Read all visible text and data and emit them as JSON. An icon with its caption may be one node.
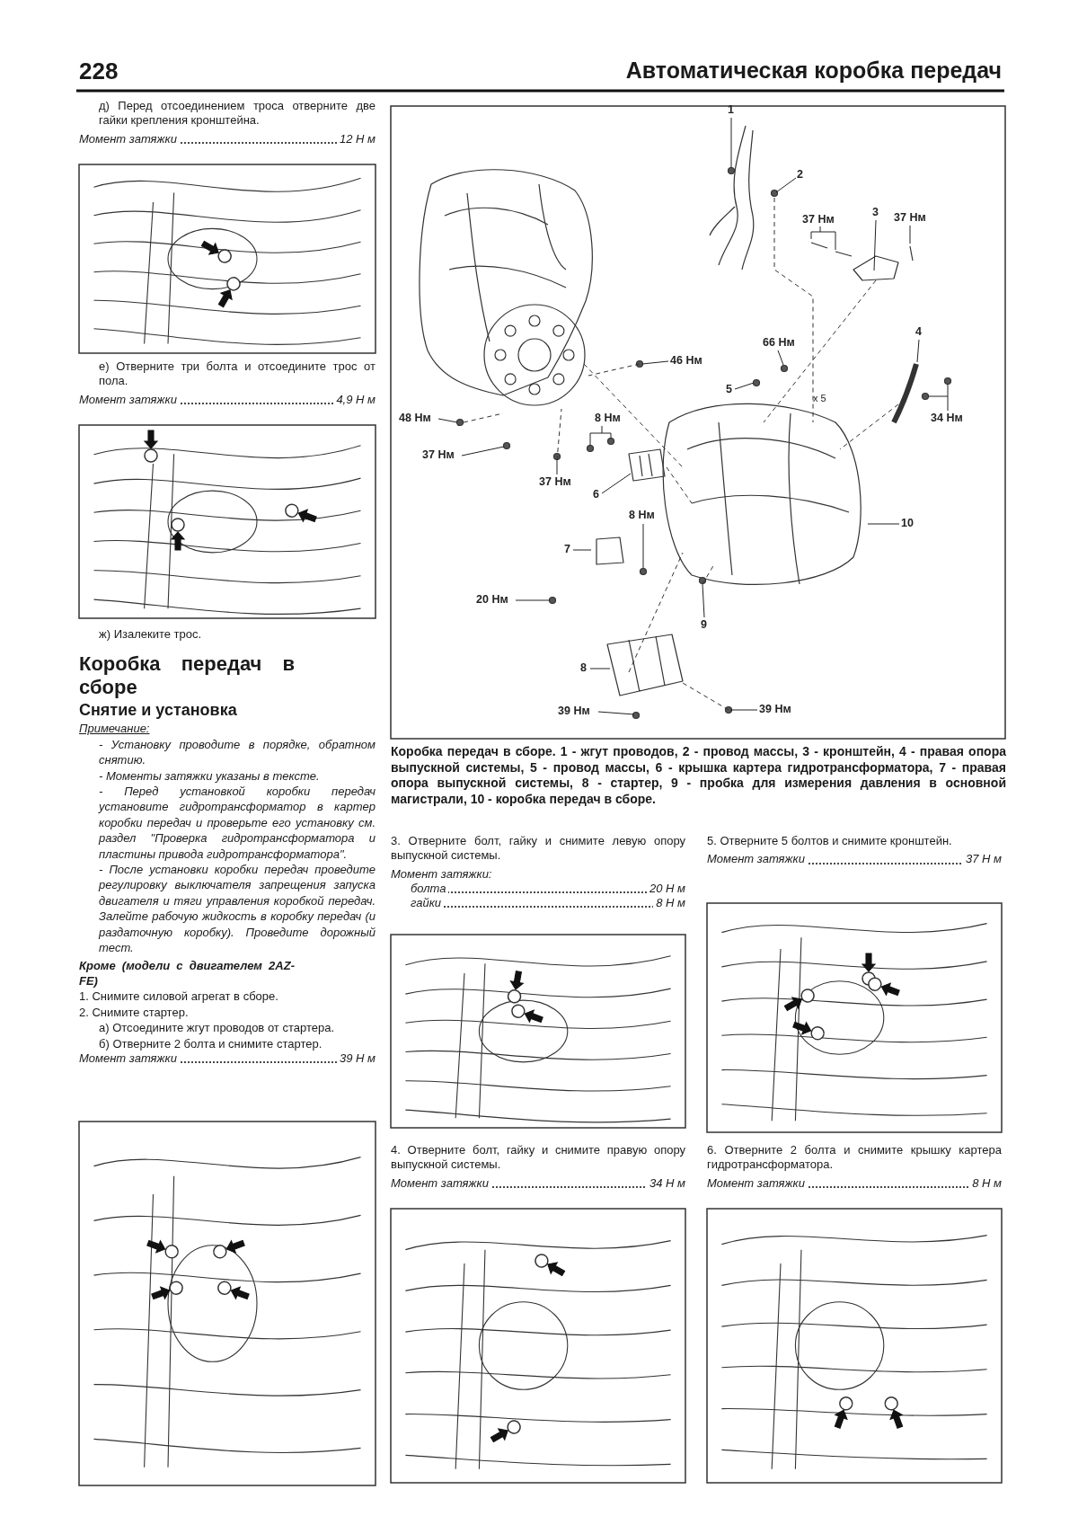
{
  "diagram": {
    "title": "Автоматическая коробка передач",
    "caption": "Коробка передач в сборе. 1 - жгут проводов, 2 - провод массы, 3 - кронштейн, 4 - правая опора выпускной системы, 5 - провод массы, 6 - крышка картера гидротрансформатора, 7 - правая опора выпускной системы, 8 - стартер, 9 - пробка для измерения давления в основной магистрали, 10 - коробка передач в сборе.",
    "nodes": [
      {
        "text": [
          "1"
        ]
      },
      {
        "text": [
          "2"
        ]
      },
      {
        "text": [
          "37 Нм"
        ]
      },
      {
        "text": [
          "3"
        ]
      },
      {
        "text": [
          "37 Нм"
        ]
      },
      {
        "text": [
          "4"
        ]
      },
      {
        "text": [
          "66 Нм"
        ]
      },
      {
        "text": [
          "5"
        ]
      },
      {
        "text": [
          "46 Нм"
        ]
      },
      {
        "text": [
          "34 Нм"
        ]
      },
      {
        "text": [
          "48 Нм"
        ]
      },
      {
        "text": [
          "37 Нм"
        ]
      },
      {
        "text": [
          "8 Нм"
        ]
      },
      {
        "text": [
          "37 Нм"
        ]
      },
      {
        "text": [
          "6"
        ]
      },
      {
        "text": [
          "10"
        ]
      },
      {
        "text": [
          "8 Нм"
        ]
      },
      {
        "text": [
          "7"
        ]
      },
      {
        "text": [
          "20 Нм"
        ]
      },
      {
        "text": [
          "9"
        ]
      },
      {
        "text": [
          "8"
        ]
      },
      {
        "text": [
          "39 Нм"
        ]
      },
      {
        "text": [
          "39 Нм"
        ]
      }
    ],
    "edges": [
      {
        "from": 0,
        "to": null,
        "arrow": "none"
      },
      {
        "from": 1,
        "to": null,
        "arrow": "none"
      },
      {
        "from": 2,
        "to": null,
        "arrow": "none"
      },
      {
        "from": 3,
        "to": null,
        "arrow": "none"
      },
      {
        "from": 4,
        "to": null,
        "arrow": "none"
      },
      {
        "from": 5,
        "to": null,
        "arrow": "none"
      },
      {
        "from": 6,
        "to": null,
        "arrow": "none"
      },
      {
        "from": 7,
        "to": null,
        "arrow": "none"
      },
      {
        "from": 8,
        "to": null,
        "arrow": "none"
      },
      {
        "from": 9,
        "to": null,
        "arrow": "none"
      },
      {
        "from": 10,
        "to": null,
        "arrow": "none"
      },
      {
        "from": 11,
        "to": null,
        "arrow": "none"
      },
      {
        "from": 12,
        "to": null,
        "arrow": "none"
      },
      {
        "from": 13,
        "to": null,
        "arrow": "none"
      },
      {
        "from": 14,
        "to": null,
        "arrow": "none"
      },
      {
        "from": 15,
        "to": null,
        "arrow": "none"
      },
      {
        "from": 16,
        "to": null,
        "arrow": "none"
      },
      {
        "from": 17,
        "to": null,
        "arrow": "none"
      },
      {
        "from": 18,
        "to": null,
        "arrow": "none"
      },
      {
        "from": 19,
        "to": null,
        "arrow": "none"
      },
      {
        "from": 20,
        "to": null,
        "arrow": "none"
      },
      {
        "from": 21,
        "to": null,
        "arrow": "none"
      },
      {
        "from": 22,
        "to": null,
        "arrow": "none"
      }
    ],
    "labels": [
      "228",
      "д) Перед отсоединением троса отверните две гайки крепления кронштейна.",
      "Момент затяжки",
      "12 Н м",
      "е) Отверните три болта и отсоедините трос от пола.",
      "Момент затяжки",
      "4,9 Н м",
      "ж) Изалеките трос.",
      "Коробка передач в сборе",
      "Снятие и установка",
      "Примечание:",
      "- Установку проводите в порядке, обратном снятию.",
      "- Моменты затяжки указаны в тексте.",
      "- Перед установкой коробки передач установите гидротрансформатор в картер коробки передач и проверьте его установку см. раздел \"Проверка гидротрансформатора и пластины привода гидротрансформатора\".",
      "- После установки коробки передач проведите регулировку выключателя запрещения запуска двигателя и тяги управления коробкой передач. Залейте рабочую жидкость в коробку передач (и раздаточную коробку). Проведите дорожный тест.",
      "Кроме (модели с двигателем 2AZ-FE)",
      "1. Снимите силовой агрегат в сборе.",
      "2. Снимите стартер.",
      "а) Отсоедините жгут проводов от стартера.",
      "б) Отверните 2 болта и снимите стартер.",
      "Момент затяжки",
      "39 Н м",
      "x 5",
      "3. Отверните болт, гайку и снимите левую опору выпускной системы.",
      "Момент затяжки:",
      "болта",
      "20 Н м",
      "гайки",
      "8 Н м",
      "5. Отверните 5 болтов и снимите кронштейн.",
      "Момент затяжки",
      "37 Н м",
      "4. Отверните болт, гайку и снимите правую опору выпускной системы.",
      "Момент затяжки",
      "34 Н м",
      "6. Отверните 2 болта и снимите крышку картера гидротрансформатора.",
      "Момент затяжки",
      "8 Н м"
    ]
  }
}
